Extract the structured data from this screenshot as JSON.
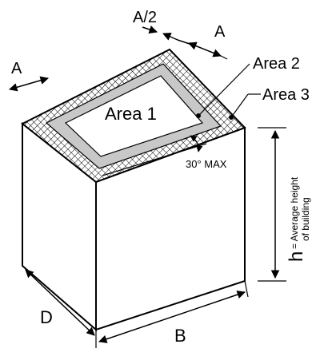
{
  "labels": {
    "a_half": "A/2",
    "a_top": "A",
    "a_left": "A",
    "area1": "Area 1",
    "area2": "Area 2",
    "area3": "Area 3",
    "angle": "30° MAX",
    "h_symbol": "h",
    "h_desc_line1": "= Average height",
    "h_desc_line2": "of building",
    "dim_d": "D",
    "dim_b": "B"
  },
  "colors": {
    "area2_fill": "#c8c8c8",
    "area3_hatch": "#000000",
    "outline": "#000000"
  }
}
